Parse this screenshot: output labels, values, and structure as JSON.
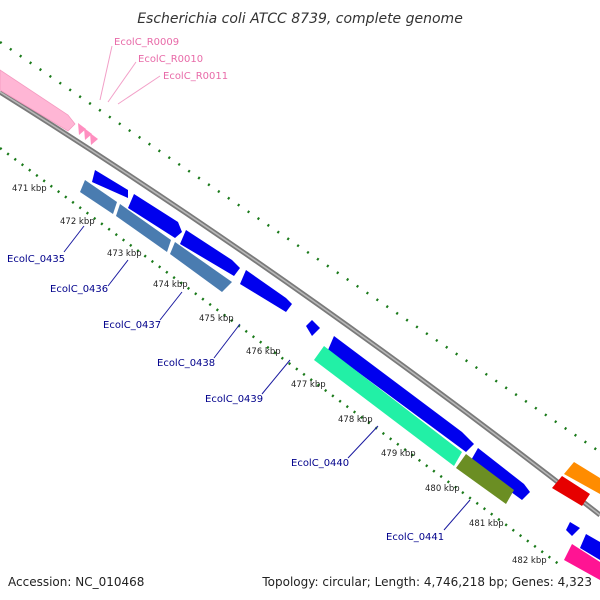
{
  "title": "Escherichia coli ATCC 8739, complete genome",
  "footer": {
    "accession": "Accession: NC_010468",
    "summary": "Topology: circular; Length: 4,746,218 bp; Genes: 4,323"
  },
  "colors": {
    "background": "#ffffff",
    "backbone": "#808080",
    "cds": "#0000ee",
    "gene_blue": "#4a7cb0",
    "gene_cyan": "#22f0a6",
    "gene_olive": "#6b8e23",
    "orange": "#ff8c00",
    "red": "#e60000",
    "magenta": "#ff1493",
    "pink": "#ffb6d5",
    "tick": "#1a7a1a",
    "gene_label": "#00008b",
    "rna_label": "#e86aa8"
  },
  "ticks": [
    "471 kbp",
    "472 kbp",
    "473 kbp",
    "474 kbp",
    "475 kbp",
    "476 kbp",
    "477 kbp",
    "478 kbp",
    "479 kbp",
    "480 kbp",
    "481 kbp",
    "482 kbp"
  ],
  "gene_labels": [
    "EcolC_0435",
    "EcolC_0436",
    "EcolC_0437",
    "EcolC_0438",
    "EcolC_0439",
    "EcolC_0440",
    "EcolC_0441"
  ],
  "rna_labels": [
    "EcolC_R0009",
    "EcolC_R0010",
    "EcolC_R0011"
  ]
}
